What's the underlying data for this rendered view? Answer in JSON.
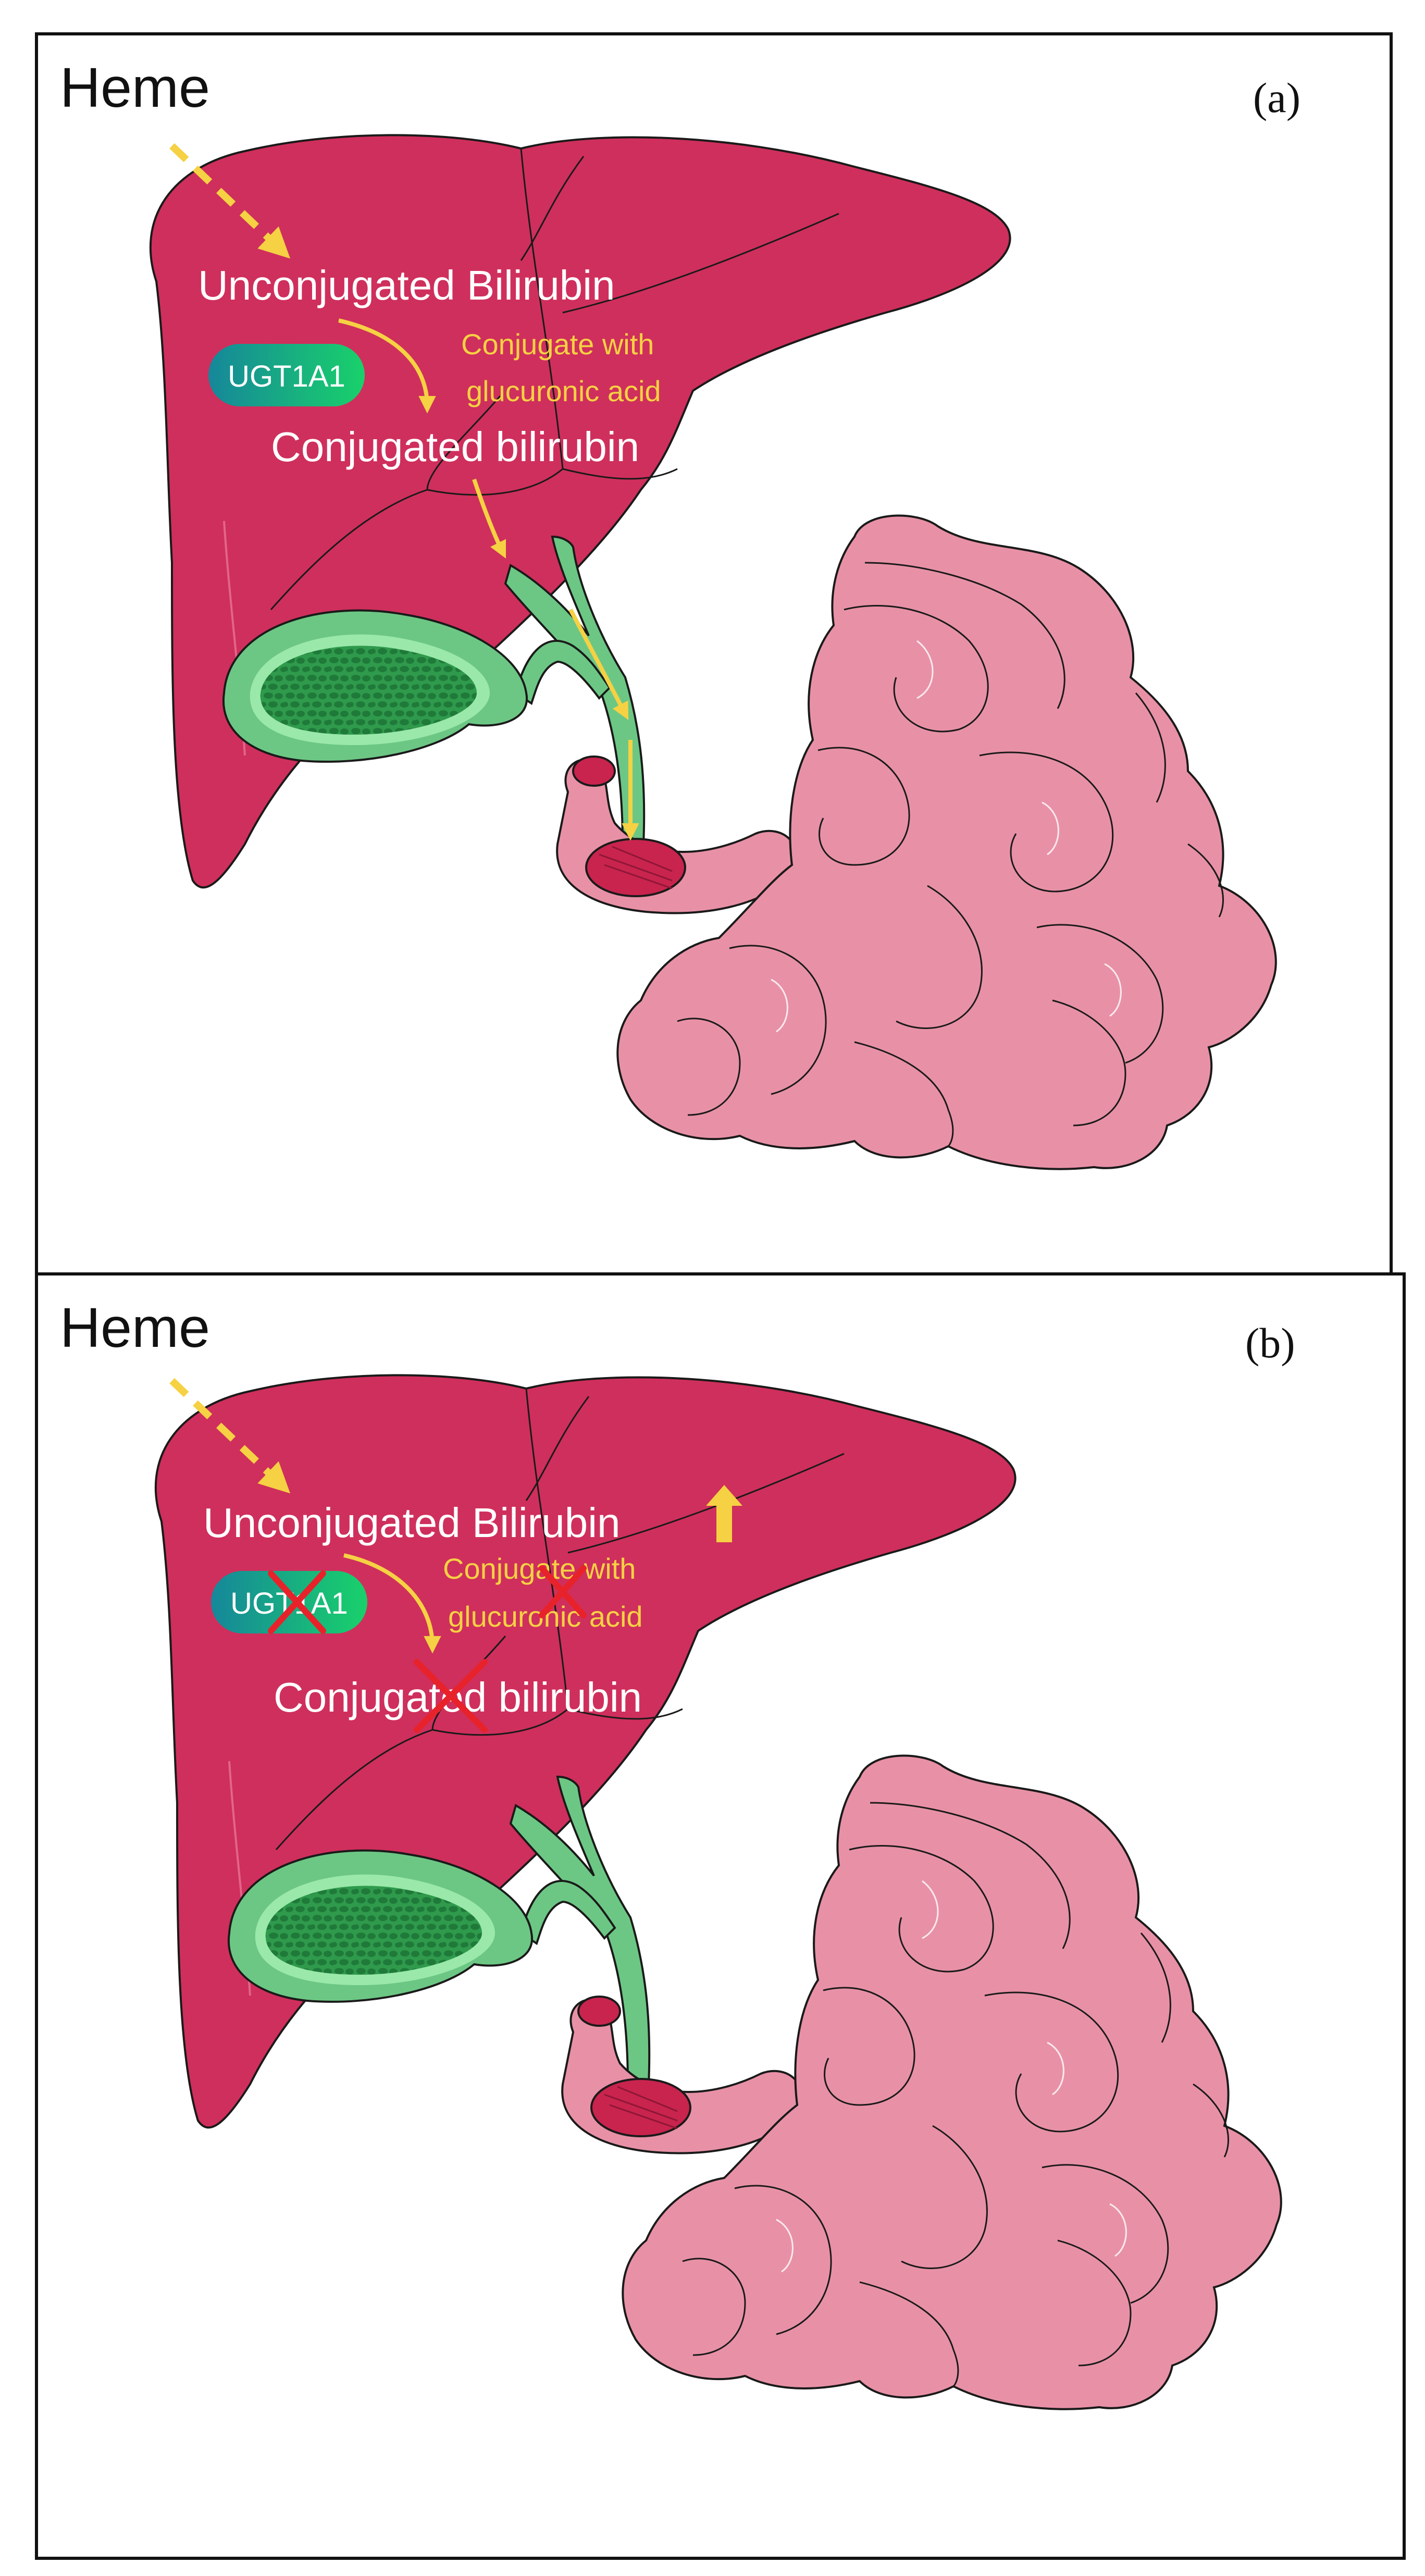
{
  "panels": [
    {
      "id": "a",
      "panel_label": "(a)",
      "heme_label": "Heme",
      "unconjugated_label": "Unconjugated Bilirubin",
      "enzyme_label": "UGT1A1",
      "process_label_line1": "Conjugate with",
      "process_label_line2": "glucuronic acid",
      "conjugated_label": "Conjugated bilirubin"
    },
    {
      "id": "b",
      "panel_label": "(b)",
      "heme_label": "Heme",
      "unconjugated_label": "Unconjugated Bilirubin",
      "enzyme_label": "UGT1A1",
      "process_label_line1": "Conjugate with",
      "process_label_line2": "glucuronic acid",
      "conjugated_label": "Conjugated bilirubin"
    }
  ],
  "colors": {
    "liver": "#cf2f5c",
    "gallbladder": "#6cc784",
    "intestine": "#e891a6",
    "arrow": "#f5d143",
    "label_text": "#ffffff",
    "inhibition_cross": "#e8222a",
    "enzyme_gradient_start": "#16879a",
    "enzyme_gradient_end": "#19d16a"
  }
}
